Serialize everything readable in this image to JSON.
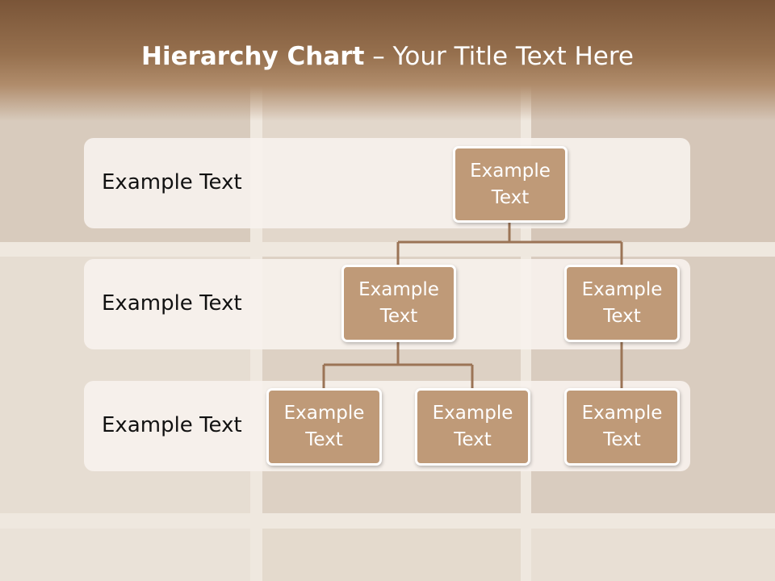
{
  "title": {
    "bold": "Hierarchy Chart",
    "rest": " – Your Title Text Here"
  },
  "rows": [
    {
      "label": "Example Text"
    },
    {
      "label": "Example Text"
    },
    {
      "label": "Example Text"
    }
  ],
  "nodes": {
    "root": "Example Text",
    "level2_left": "Example Text",
    "level2_right": "Example Text",
    "level3_a": "Example Text",
    "level3_b": "Example Text",
    "level3_c": "Example Text"
  },
  "colors": {
    "title_band": "#7a5538",
    "node_fill": "#bf9a78",
    "connector": "#9b7456",
    "row_band": "#f7f2ed"
  }
}
